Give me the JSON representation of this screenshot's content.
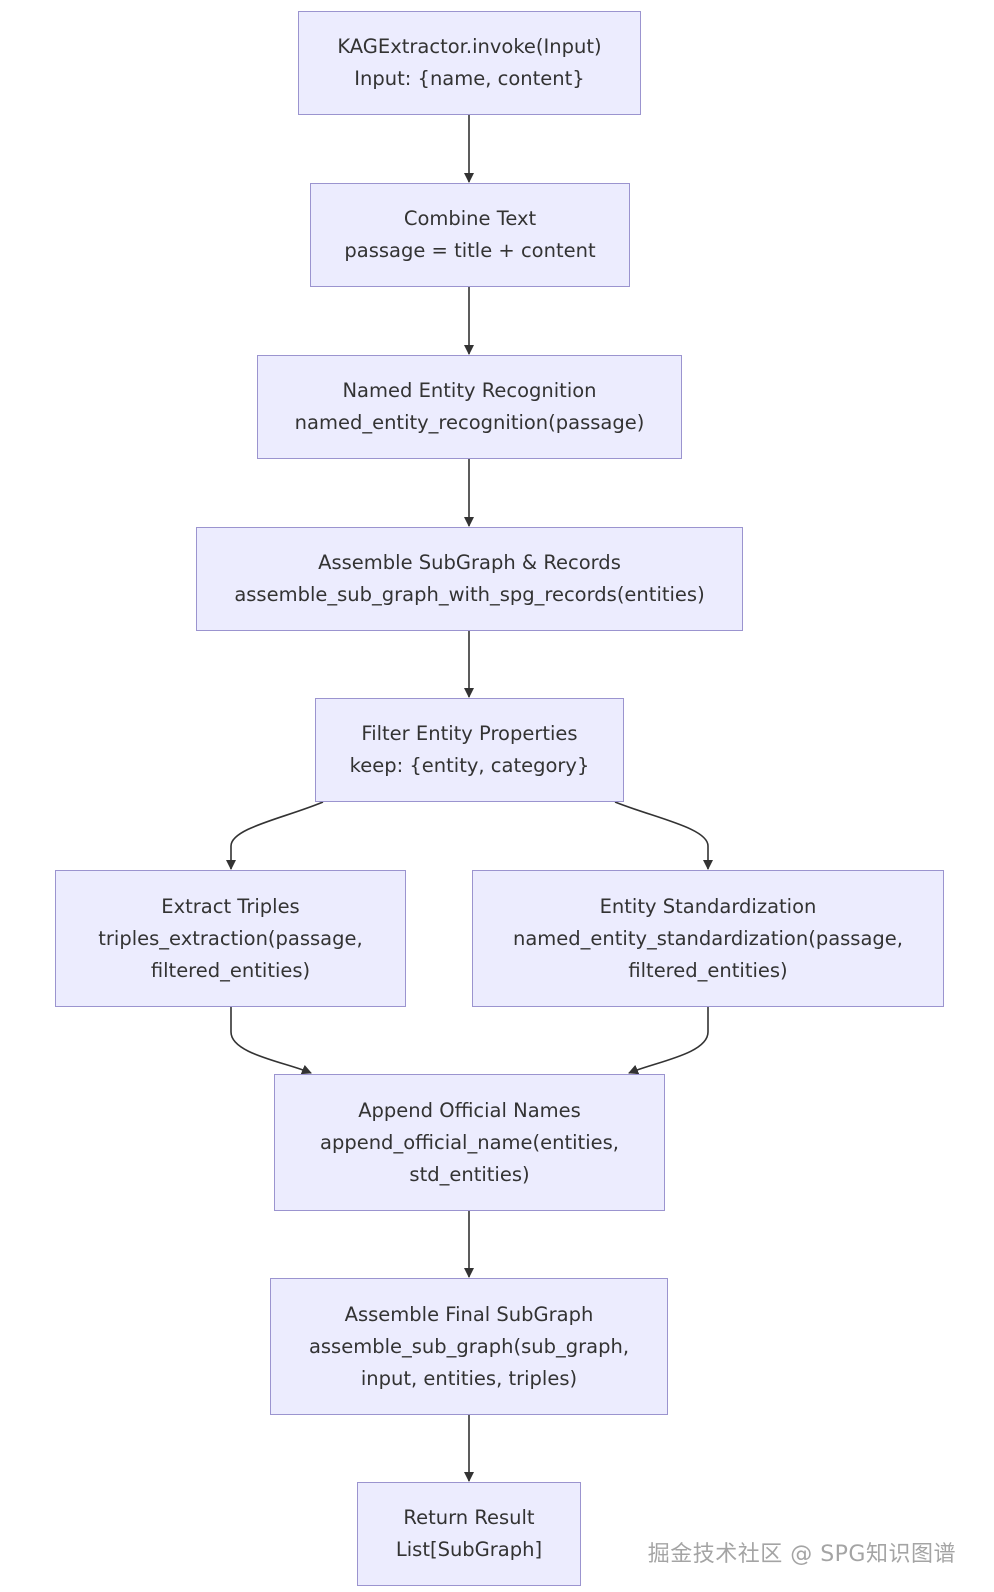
{
  "nodes": {
    "n1": {
      "line1": "KAGExtractor.invoke(Input)",
      "line2": "Input: {name, content}"
    },
    "n2": {
      "line1": "Combine Text",
      "line2": "passage = title + content"
    },
    "n3": {
      "line1": "Named Entity Recognition",
      "line2": "named_entity_recognition(passage)"
    },
    "n4": {
      "line1": "Assemble SubGraph & Records",
      "line2": "assemble_sub_graph_with_spg_records(entities)"
    },
    "n5": {
      "line1": "Filter Entity Properties",
      "line2": "keep: {entity, category}"
    },
    "n6": {
      "line1": "Extract Triples",
      "line2": "triples_extraction(passage,",
      "line3": "filtered_entities)"
    },
    "n7": {
      "line1": "Entity Standardization",
      "line2": "named_entity_standardization(passage,",
      "line3": "filtered_entities)"
    },
    "n8": {
      "line1": "Append Official Names",
      "line2": "append_official_name(entities,",
      "line3": "std_entities)"
    },
    "n9": {
      "line1": "Assemble Final SubGraph",
      "line2": "assemble_sub_graph(sub_graph,",
      "line3": "input, entities, triples)"
    },
    "n10": {
      "line1": "Return Result",
      "line2": "List[SubGraph]"
    }
  },
  "edges": [
    [
      "n1",
      "n2"
    ],
    [
      "n2",
      "n3"
    ],
    [
      "n3",
      "n4"
    ],
    [
      "n4",
      "n5"
    ],
    [
      "n5",
      "n6"
    ],
    [
      "n5",
      "n7"
    ],
    [
      "n6",
      "n8"
    ],
    [
      "n7",
      "n8"
    ],
    [
      "n8",
      "n9"
    ],
    [
      "n9",
      "n10"
    ]
  ],
  "watermark": "掘金技术社区 @ SPG知识图谱",
  "colors": {
    "node_fill": "#ececfe",
    "node_border": "#9b94cf",
    "edge": "#333333"
  }
}
